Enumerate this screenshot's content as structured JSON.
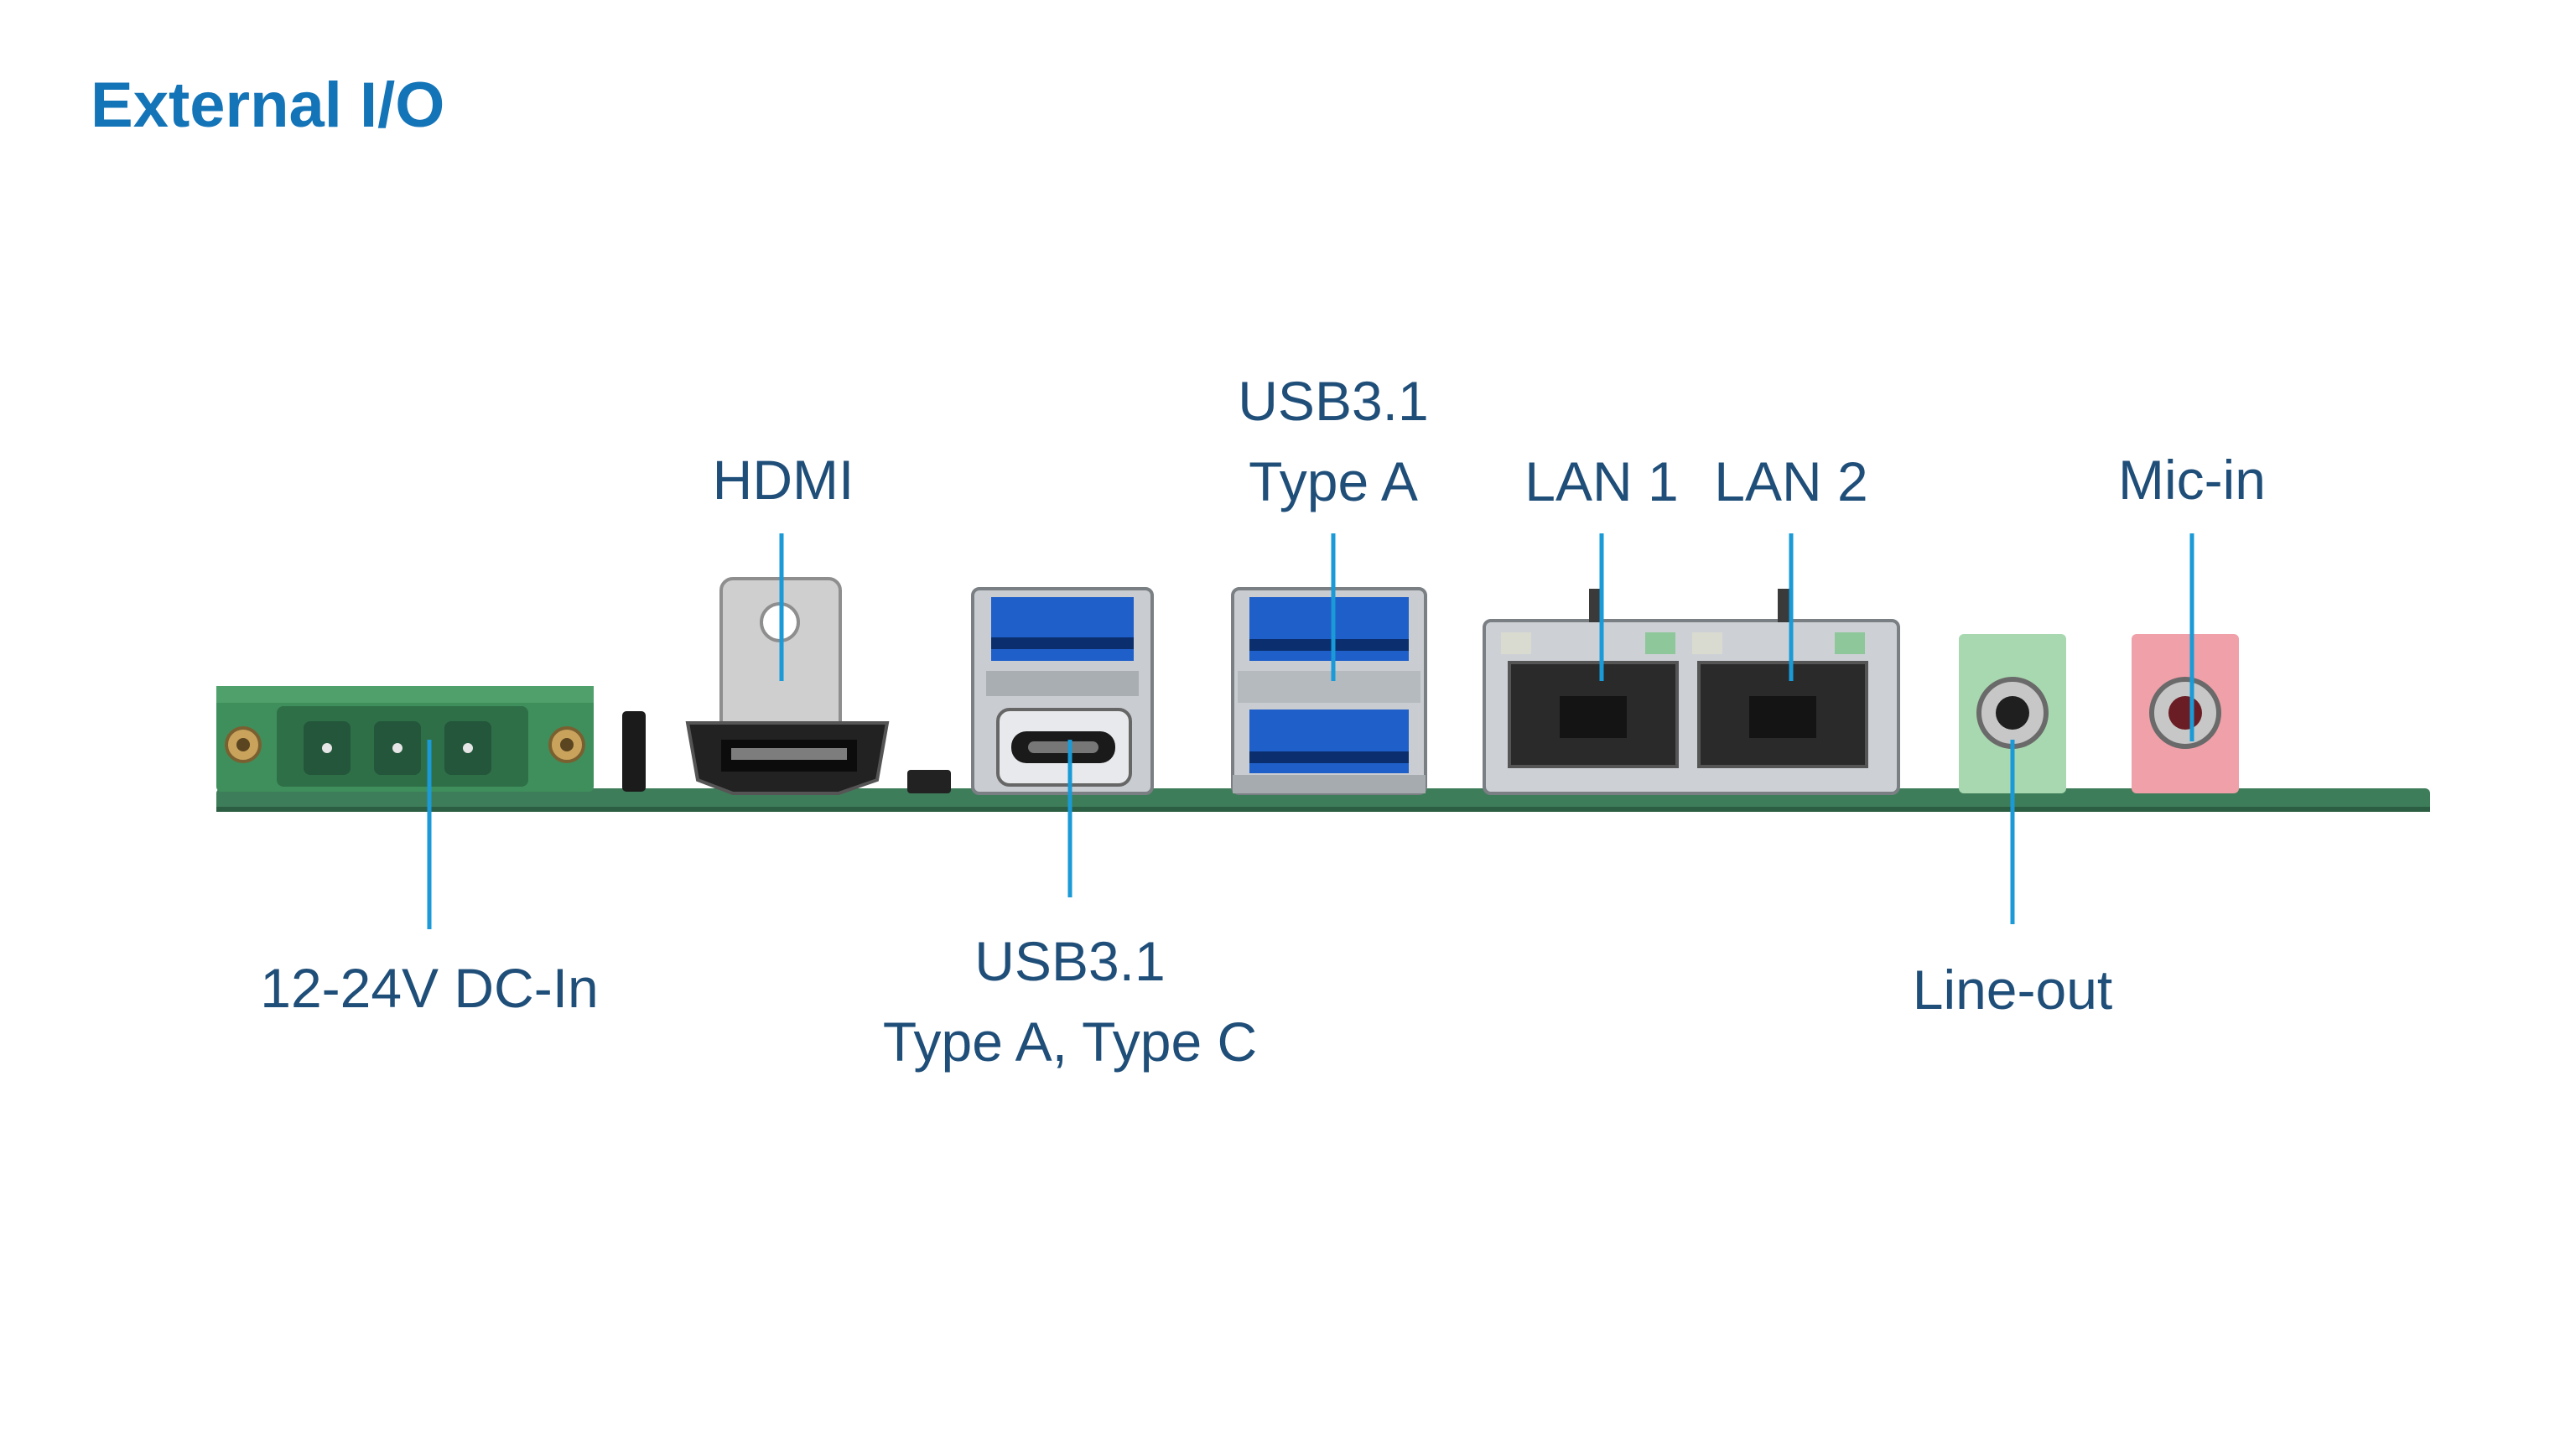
{
  "title": "External I/O",
  "colors": {
    "title": "#1474b8",
    "label": "#1f4e79",
    "leader_line": "#1a9ad6",
    "pcb": "#3e7d5a",
    "dc_connector": "#3f8f5c",
    "usb_blue": "#1f5fc9",
    "metal": "#c9cdd1",
    "line_out_jack": "#a8d8b0",
    "mic_in_jack": "#f0a0a8"
  },
  "labels": {
    "hdmi": "HDMI",
    "usb_a_line1": "USB3.1",
    "usb_a_line2": "Type A",
    "lan1": "LAN 1",
    "lan2": "LAN 2",
    "mic_in": "Mic-in",
    "dc_in": "12-24V DC-In",
    "usb_ac_line1": "USB3.1",
    "usb_ac_line2": "Type A, Type C",
    "line_out": "Line-out"
  }
}
